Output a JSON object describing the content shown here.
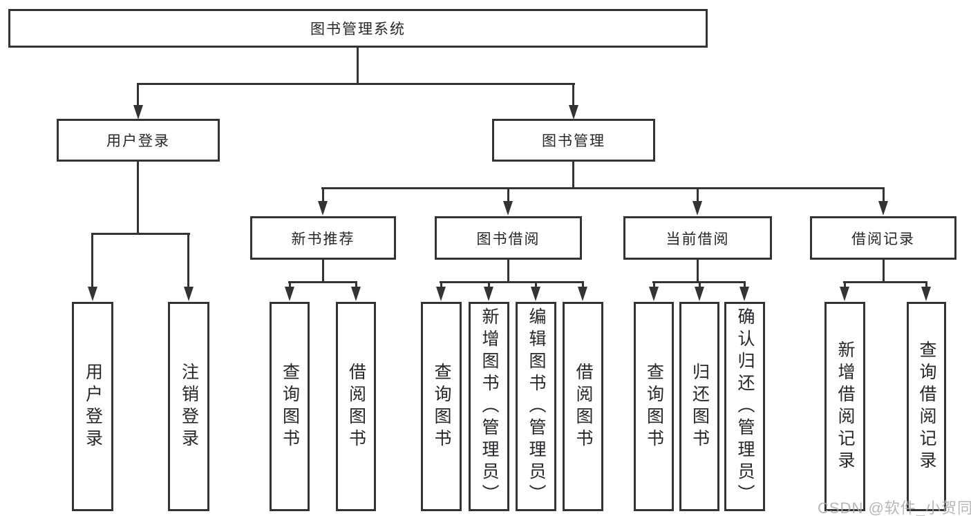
{
  "page": {
    "background": "#ffffff"
  },
  "colors": {
    "line": "#333333",
    "box_border": "#333333",
    "box_fill": "#ffffff",
    "text": "#26262b",
    "watermark": "#aaaaaa"
  },
  "watermark": {
    "text": "CSDN @软件_小贺同学"
  },
  "tree": {
    "root": {
      "label": "图书管理系统"
    },
    "branches": [
      {
        "label": "用户登录",
        "children": [
          {
            "label": "用户登录"
          },
          {
            "label": "注销登录"
          }
        ]
      },
      {
        "label": "图书管理",
        "groups": [
          {
            "label": "新书推荐",
            "children": [
              {
                "label": "查询图书"
              },
              {
                "label": "借阅图书"
              }
            ]
          },
          {
            "label": "图书借阅",
            "children": [
              {
                "label": "查询图书"
              },
              {
                "label": "新增图书（管理员）"
              },
              {
                "label": "编辑图书（管理员）"
              },
              {
                "label": "借阅图书"
              }
            ]
          },
          {
            "label": "当前借阅",
            "children": [
              {
                "label": "查询图书"
              },
              {
                "label": "归还图书"
              },
              {
                "label": "确认归还（管理员）"
              }
            ]
          },
          {
            "label": "借阅记录",
            "children": [
              {
                "label": "新增借阅记录"
              },
              {
                "label": "查询借阅记录"
              }
            ]
          }
        ]
      }
    ]
  }
}
